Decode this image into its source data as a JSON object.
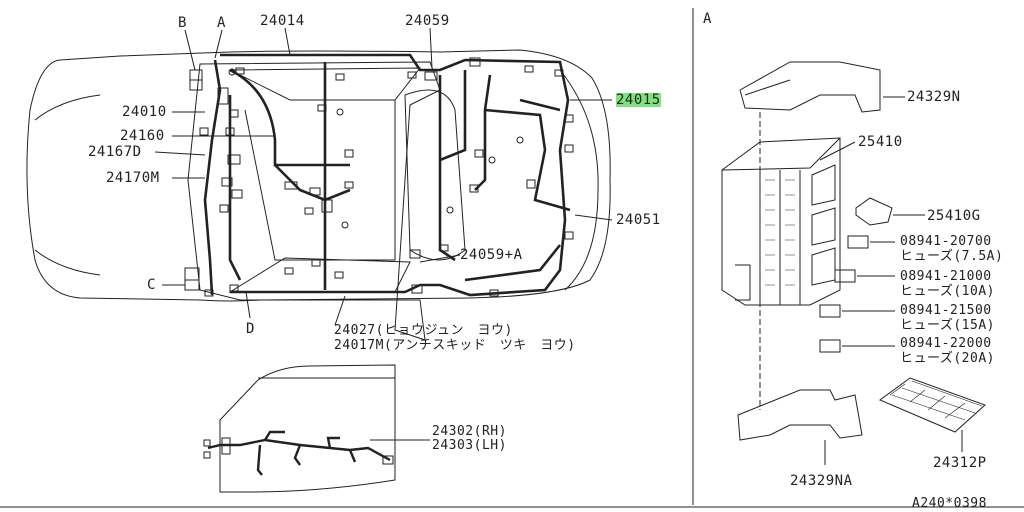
{
  "section_left_callouts": {
    "b": "B",
    "a": "A",
    "c": "C",
    "d": "D"
  },
  "section_right_title": "A",
  "parts": {
    "p24014": "24014",
    "p24059": "24059",
    "p24015": "24015",
    "p24010": "24010",
    "p24160": "24160",
    "p24167d": "24167D",
    "p24170m": "24170M",
    "p24051": "24051",
    "p24059a": "24059+A",
    "p24027": "24027(ヒョウジュン　ヨウ)",
    "p24017m": "24017M(アンチスキッド　ツキ　ヨウ)",
    "p24302": "24302(RH)",
    "p24303": "24303(LH)",
    "p24329n": "24329N",
    "p25410": "25410",
    "p25410g": "25410G",
    "p08941_20700": "08941-20700",
    "f75": "ヒューズ(7.5A)",
    "p08941_21000": "08941-21000",
    "f10": "ヒューズ(10A)",
    "p08941_21500": "08941-21500",
    "f15": "ヒューズ(15A)",
    "p08941_22000": "08941-22000",
    "f20": "ヒューズ(20A)",
    "p24329na": "24329NA",
    "p24312p": "24312P",
    "ref": "A240*0398"
  },
  "colors": {
    "line": "#222222",
    "highlight": "#7de37d"
  }
}
